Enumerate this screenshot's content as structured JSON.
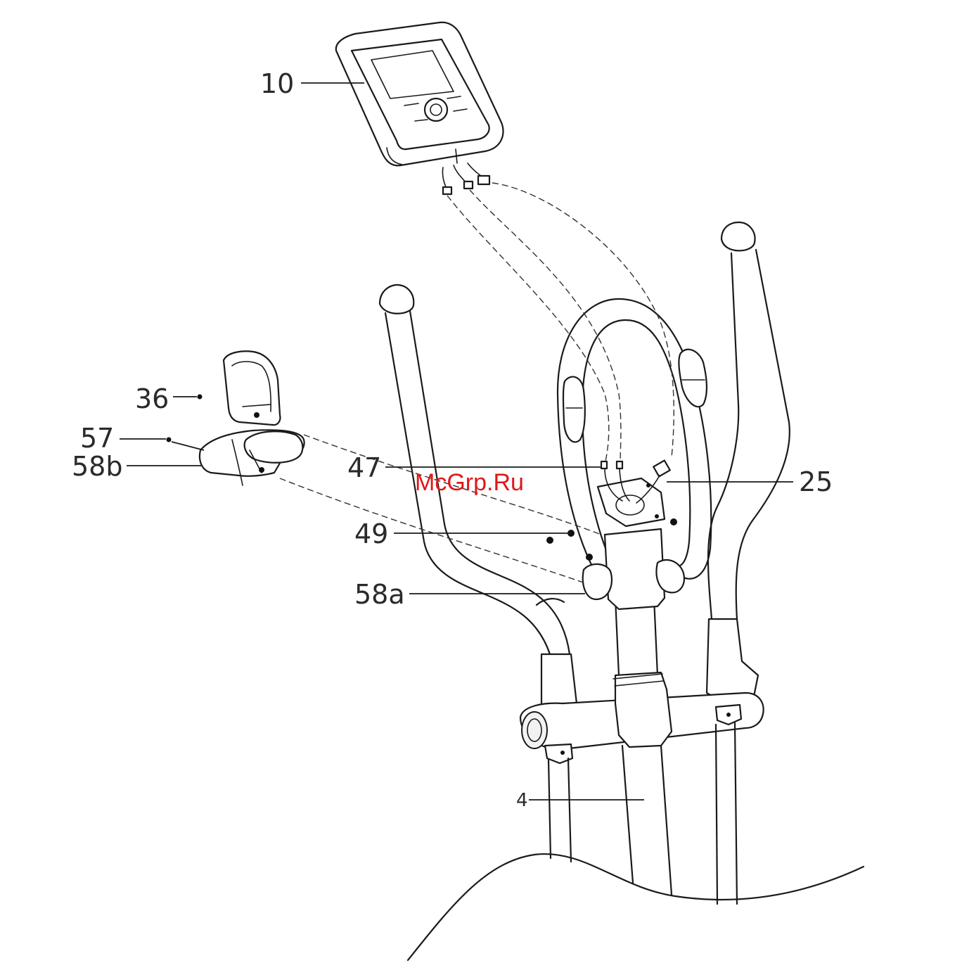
{
  "labels": {
    "p10": "10",
    "p36": "36",
    "p57": "57",
    "p58b": "58b",
    "p47": "47",
    "p25": "25",
    "p49": "49",
    "p58a": "58a",
    "p4": "4"
  },
  "watermark": "McGrp.Ru",
  "colors": {
    "line": "#1a1a1a",
    "watermark": "#e01818",
    "background": "#ffffff"
  }
}
